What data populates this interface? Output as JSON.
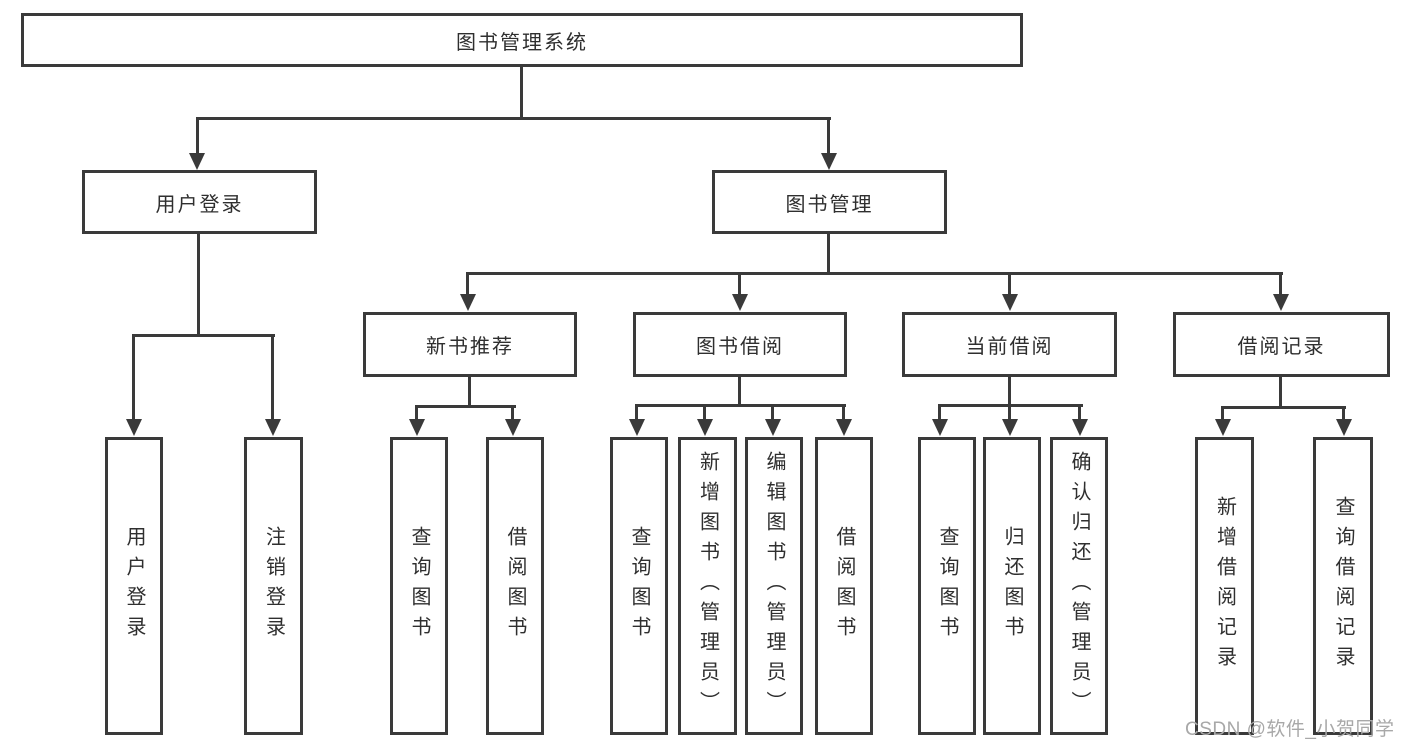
{
  "watermark": "CSDN @软件_小贺同学",
  "colors": {
    "line": "#3a3a3a",
    "text": "#2f2f2f",
    "watermark": "#a8a8a8",
    "background": "#ffffff"
  },
  "diagram": {
    "root": {
      "label": "图书管理系统"
    },
    "user_login": {
      "label": "用户登录",
      "children": {
        "login": {
          "label": "用户登录"
        },
        "logout": {
          "label": "注销登录"
        }
      }
    },
    "book_mgmt": {
      "label": "图书管理",
      "children": {
        "new_books": {
          "label": "新书推荐",
          "children": {
            "query_books": {
              "label": "查询图书"
            },
            "borrow_books": {
              "label": "借阅图书"
            }
          }
        },
        "book_borrow": {
          "label": "图书借阅",
          "children": {
            "query_books": {
              "label": "查询图书"
            },
            "add_books": {
              "label": "新增图书（管理员）"
            },
            "edit_books": {
              "label": "编辑图书（管理员）"
            },
            "borrow_books": {
              "label": "借阅图书"
            }
          }
        },
        "current_borrow": {
          "label": "当前借阅",
          "children": {
            "query_books": {
              "label": "查询图书"
            },
            "return_books": {
              "label": "归还图书"
            },
            "confirm_return": {
              "label": "确认归还（管理员）"
            }
          }
        },
        "borrow_records": {
          "label": "借阅记录",
          "children": {
            "add_record": {
              "label": "新增借阅记录"
            },
            "query_record": {
              "label": "查询借阅记录"
            }
          }
        }
      }
    }
  }
}
